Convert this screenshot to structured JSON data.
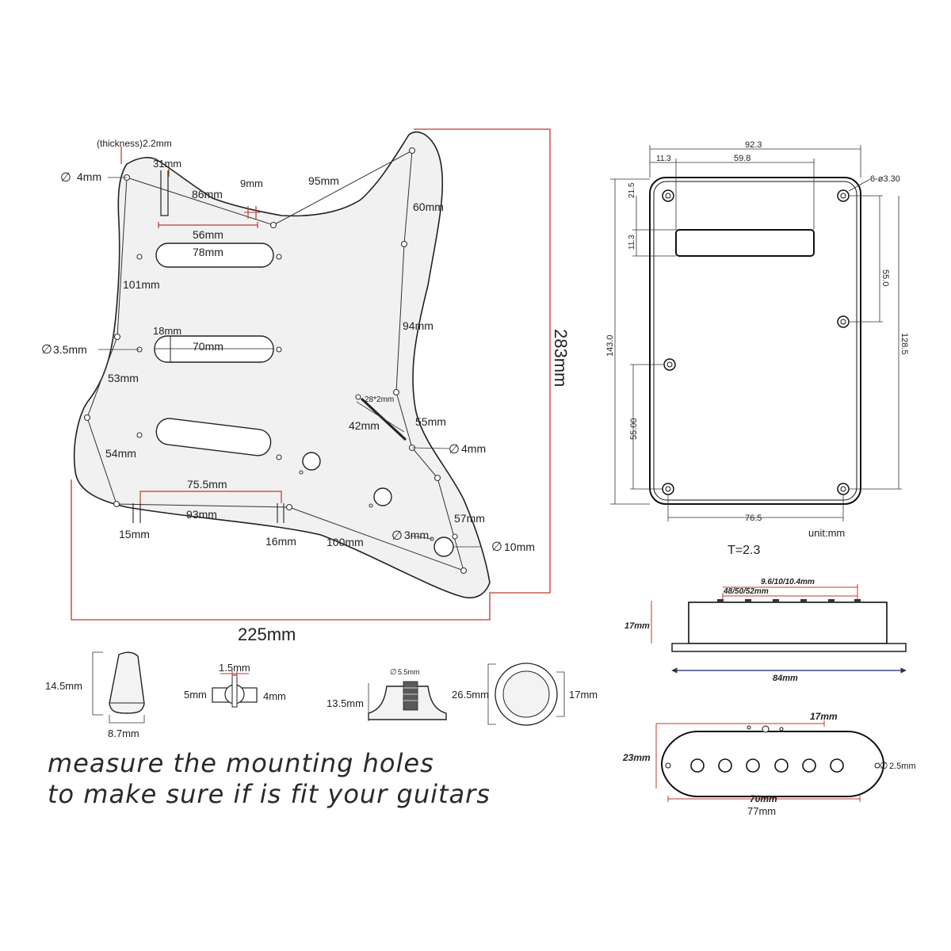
{
  "pickguard": {
    "thickness": "(thickness)2.2mm",
    "width": "225mm",
    "height": "283mm",
    "dims": {
      "hole_4mm_top": "4mm",
      "slot_31mm": "31mm",
      "len_86mm": "86mm",
      "gap_9mm": "9mm",
      "len_95mm": "95mm",
      "len_60mm": "60mm",
      "len_56mm": "56mm",
      "pickup_78mm": "78mm",
      "len_101mm": "101mm",
      "len_94mm": "94mm",
      "slot_18mm": "18mm",
      "pickup_70mm": "70mm",
      "hole_3_5mm": "3.5mm",
      "len_53mm": "53mm",
      "slot_28x2mm": "28*2mm",
      "len_42mm": "42mm",
      "len_55mm": "55mm",
      "hole_4mm_right": "4mm",
      "len_54mm": "54mm",
      "len_75_5mm": "75.5mm",
      "len_93mm": "93mm",
      "len_57mm": "57mm",
      "len_15mm": "15mm",
      "len_16mm": "16mm",
      "len_100mm": "100mm",
      "hole_3mm": "3mm",
      "hole_10mm": "10mm"
    }
  },
  "backplate": {
    "width_total": "92.3",
    "inset_left": "11.3",
    "slot_width": "59.8",
    "holes": "6-ø3.30",
    "top_margin": "21.5",
    "slot_height": "11.3",
    "right_spacing": "55.0",
    "height_total": "143.0",
    "right_total": "128.5",
    "left_spacing": "55.00",
    "bottom_width": "76.5",
    "unit": "unit:mm",
    "thickness": "T=2.3"
  },
  "pickup_side": {
    "spacing": "9.6/10/10.4mm",
    "pole_spacing": "48/50/52mm",
    "height": "17mm",
    "length": "84mm"
  },
  "pickup_cover": {
    "width": "17mm",
    "height": "23mm",
    "hole": "2.5mm",
    "inner_length": "70mm",
    "outer_length": "77mm"
  },
  "parts": {
    "tip_height": "14.5mm",
    "tip_width": "8.7mm",
    "shaft_top": "1.5mm",
    "shaft_left": "5mm",
    "shaft_right": "4mm",
    "knob_hole": "5.5mm",
    "knob_height": "13.5mm",
    "knob_diameter": "26.5mm",
    "knob_top": "17mm"
  },
  "caption": {
    "line1": "measure the mounting holes",
    "line2": "to make sure if is fit your guitars"
  }
}
